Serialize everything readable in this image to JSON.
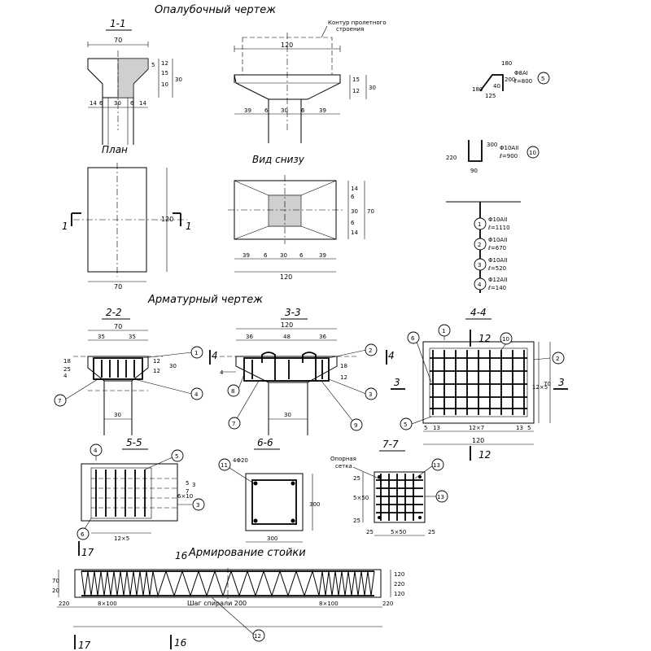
{
  "titles": {
    "formwork": "Опалубочный чертеж",
    "reinforcement": "Арматурный чертеж",
    "column_reinf": "Армирование стойки"
  },
  "views": {
    "s11": "1-1",
    "plan": "План",
    "bottom": "Вид снизу",
    "s22": "2-2",
    "s33": "3-3",
    "s44": "4-4",
    "s55": "5-5",
    "s66": "6-6",
    "s77": "7-7"
  },
  "notes": {
    "span_contour_1": "Контур пролетного",
    "span_contour_2": "строения",
    "support_mesh_1": "Опорная",
    "support_mesh_2": "сетка",
    "bar_4phi20": "4Φ20",
    "step_spiral": "Шаг спирали 200",
    "s8x100a": "8×100",
    "s8x100b": "8×100"
  },
  "cut_marks": {
    "m1l": "1",
    "m1r": "1",
    "m4l": "4",
    "m4r": "4",
    "m3l": "3",
    "m3r": "3",
    "m12t": "12",
    "m12b": "12",
    "m7a": "17",
    "m6a": "16",
    "m7b": "17",
    "m6b": "16"
  },
  "dims": {
    "s11": {
      "top": "70",
      "b1": "14",
      "b2": "6",
      "b3": "30",
      "b4": "6",
      "b5": "14",
      "v5": "5",
      "v12": "12",
      "v30": "30",
      "v10": "10",
      "v15": "15"
    },
    "elev": {
      "top": "120",
      "b1": "39",
      "b2": "6",
      "b3": "30",
      "b4": "6",
      "b5": "39",
      "v15": "15",
      "v12": "12",
      "v30": "30"
    },
    "plan": {
      "bottom": "70",
      "side": "120"
    },
    "bottom": {
      "b1": "39",
      "b2": "6",
      "b3": "30",
      "b4": "6",
      "b5": "39",
      "total": "120",
      "r1": "14",
      "r2": "6",
      "r3": "30",
      "r4": "6",
      "r5": "14",
      "rt": "70"
    },
    "s22": {
      "top": "70",
      "l": "35",
      "r": "35",
      "c": "30",
      "v1": "25",
      "v2": "18",
      "v3": "4",
      "v4": "12",
      "v5": "12",
      "v6": "30"
    },
    "s33": {
      "top": "120",
      "a": "36",
      "b": "48",
      "c": "36",
      "col": "30",
      "v1": "18",
      "v2": "12"
    },
    "s44": {
      "top": "12",
      "bottom": "12",
      "d1": "5",
      "d2": "13",
      "d3": "12×7",
      "d4": "13",
      "d5": "5",
      "total": "120",
      "rt": "70",
      "r2": "12×5"
    },
    "s55": {
      "d": "12×5",
      "r1": "6×10",
      "r2": "5",
      "r3": "3",
      "r4": "7"
    },
    "s66": {
      "w": "300",
      "h": "300"
    },
    "s77": {
      "a": "25",
      "b": "5×50",
      "c": "25",
      "v1": "25",
      "v2": "5×50",
      "v3": "25"
    },
    "col": {
      "v1": "70",
      "v2": "20",
      "a": "220",
      "b": "220",
      "c": "120",
      "d": "220",
      "e": "120"
    }
  },
  "bars": {
    "b1": {
      "num": "1",
      "dia": "Φ10АII",
      "len": "ℓ=1110"
    },
    "b2": {
      "num": "2",
      "dia": "Φ10АII",
      "len": "ℓ=670"
    },
    "b3": {
      "num": "3",
      "dia": "Φ10АII",
      "len": "ℓ=520"
    },
    "b4": {
      "num": "4",
      "dia": "Φ12АII",
      "len": "ℓ=140"
    },
    "b5": {
      "num": "5",
      "dia": "Φ8АI",
      "len": "ℓ=800",
      "d1": "180",
      "d2": "180",
      "d3": "200",
      "d4": "125",
      "d5": "40"
    },
    "b10": {
      "num": "10",
      "dia": "Φ10АII",
      "len": "ℓ=900",
      "d1": "220",
      "d2": "300",
      "d3": "90"
    }
  },
  "callouts": {
    "c1": "1",
    "c2": "2",
    "c3": "3",
    "c4": "4",
    "c5": "5",
    "c6": "6",
    "c7": "7",
    "c8": "8",
    "c9": "9",
    "c10": "10",
    "c11": "11",
    "c12": "12",
    "c13": "13",
    "c13b": "13",
    "c1b": "1",
    "c2b": "2",
    "c3b": "3",
    "c4b": "4",
    "c5b": "5",
    "c6b": "6",
    "c7b": "7",
    "c10b": "10",
    "c12b": "12"
  }
}
